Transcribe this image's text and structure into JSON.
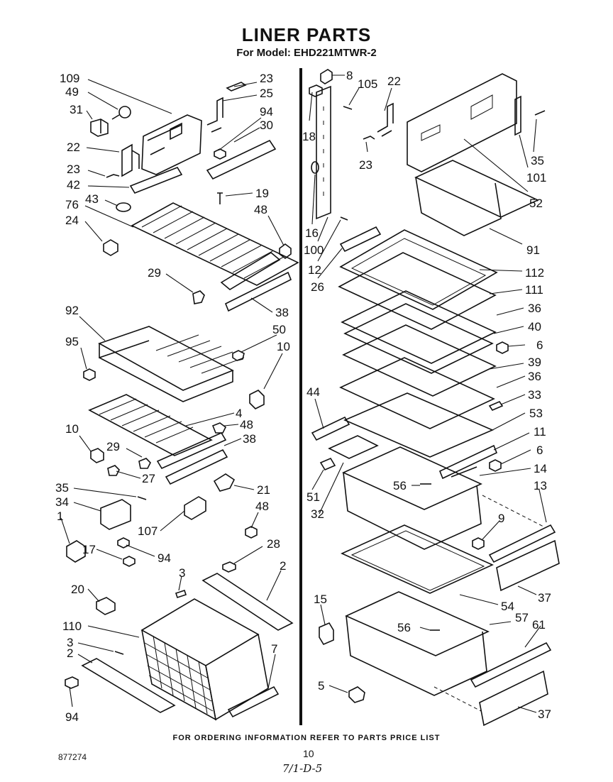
{
  "header": {
    "title": "LINER PARTS",
    "model_line": "For Model: EHD221MTWR-2"
  },
  "footer": {
    "ordering_note": "FOR ORDERING INFORMATION REFER TO PARTS PRICE LIST",
    "page_number": "10",
    "document_number": "877274",
    "handwritten_note": "7/1-D-5"
  },
  "callouts_left": [
    "109",
    "49",
    "31",
    "22",
    "23",
    "42",
    "43",
    "76",
    "24",
    "23",
    "25",
    "94",
    "30",
    "19",
    "48",
    "29",
    "38",
    "92",
    "95",
    "50",
    "10",
    "4",
    "48",
    "10",
    "29",
    "38",
    "27",
    "35",
    "34",
    "1",
    "17",
    "107",
    "94",
    "21",
    "48",
    "28",
    "3",
    "2",
    "20",
    "110",
    "3",
    "2",
    "94",
    "7"
  ],
  "callouts_right": [
    "8",
    "105",
    "22",
    "18",
    "23",
    "16",
    "100",
    "12",
    "26",
    "35",
    "101",
    "52",
    "91",
    "112",
    "111",
    "36",
    "40",
    "6",
    "39",
    "36",
    "33",
    "44",
    "53",
    "11",
    "6",
    "14",
    "56",
    "51",
    "32",
    "13",
    "9",
    "37",
    "54",
    "15",
    "57",
    "56",
    "61",
    "5",
    "37"
  ]
}
